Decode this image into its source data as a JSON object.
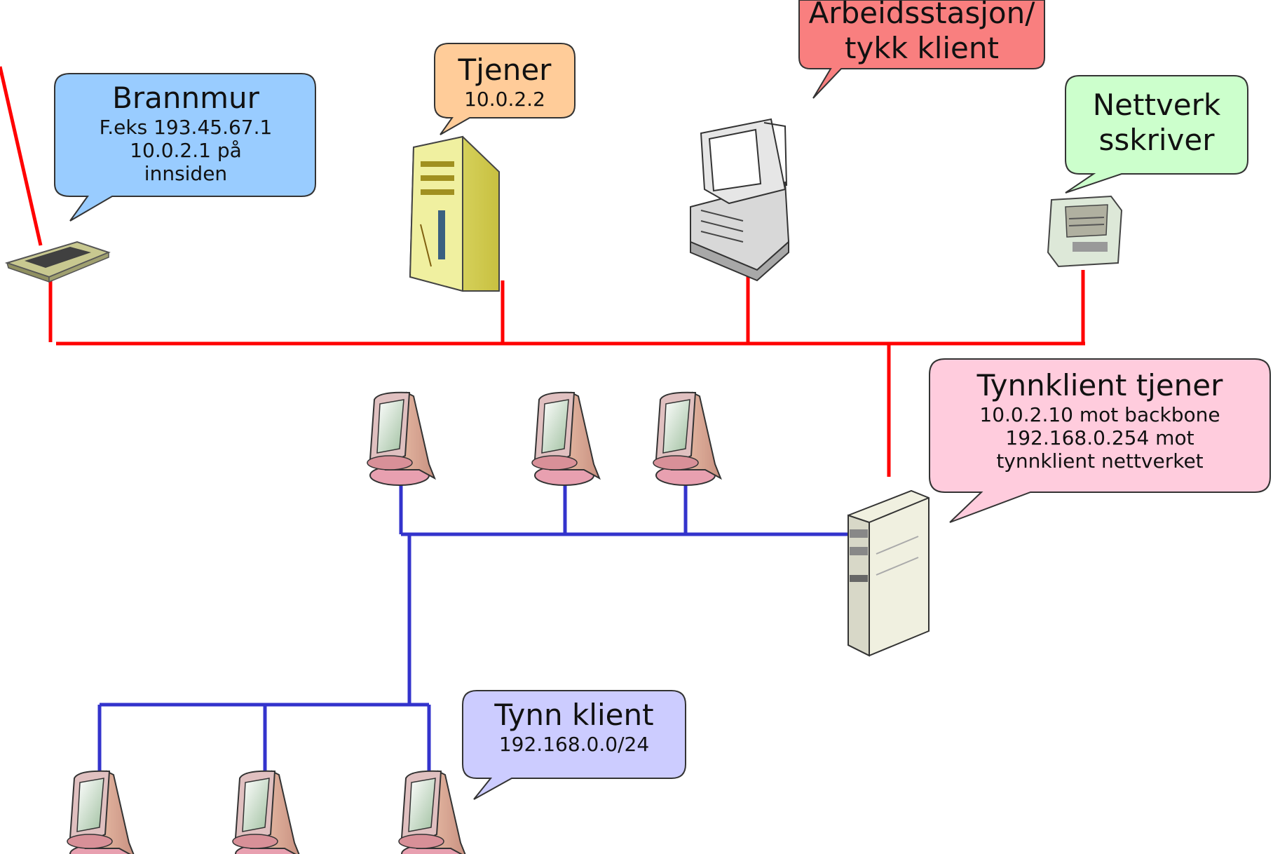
{
  "title_fragment": "",
  "bubbles": {
    "workstation": {
      "line1": "Arbeidsstasjon/",
      "line2": "tykk klient",
      "fill": "#f97f7f"
    },
    "firewall": {
      "title": "Brannmur",
      "line1": "F.eks 193.45.67.1",
      "line2": "10.0.2.1 på",
      "line3": "innsiden",
      "fill": "#99ccff"
    },
    "server": {
      "title": "Tjener",
      "line1": "10.0.2.2",
      "fill": "#ffcc99"
    },
    "printer": {
      "title": "Nettverk",
      "line1": "sskriver",
      "fill": "#ccffcc"
    },
    "thin_server": {
      "title": "Tynnklient tjener",
      "line1": "10.0.2.10 mot backbone",
      "line2": "192.168.0.254 mot",
      "line3": "tynnklient nettverket",
      "fill": "#ffccdd"
    },
    "thin_client": {
      "title": "Tynn klient",
      "line1": "192.168.0.0/24",
      "fill": "#ccccff"
    }
  },
  "colors": {
    "backbone": "#ff0000",
    "thin_net": "#3333cc"
  },
  "icons": [
    "router-icon",
    "server-tower-icon",
    "desktop-computer-icon",
    "printer-icon",
    "thin-server-icon",
    "thin-client-terminal-icon"
  ]
}
